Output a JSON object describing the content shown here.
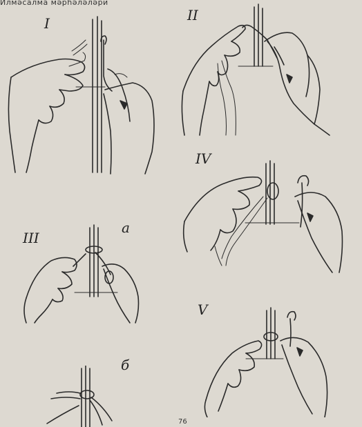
{
  "caption": "Илмәсалма мәрһәләләри",
  "page_number": "76",
  "figures": [
    {
      "label": "I"
    },
    {
      "label": "II"
    },
    {
      "label": "III"
    },
    {
      "label": "а"
    },
    {
      "label": "IV"
    },
    {
      "label": "б"
    },
    {
      "label": "V"
    }
  ]
}
